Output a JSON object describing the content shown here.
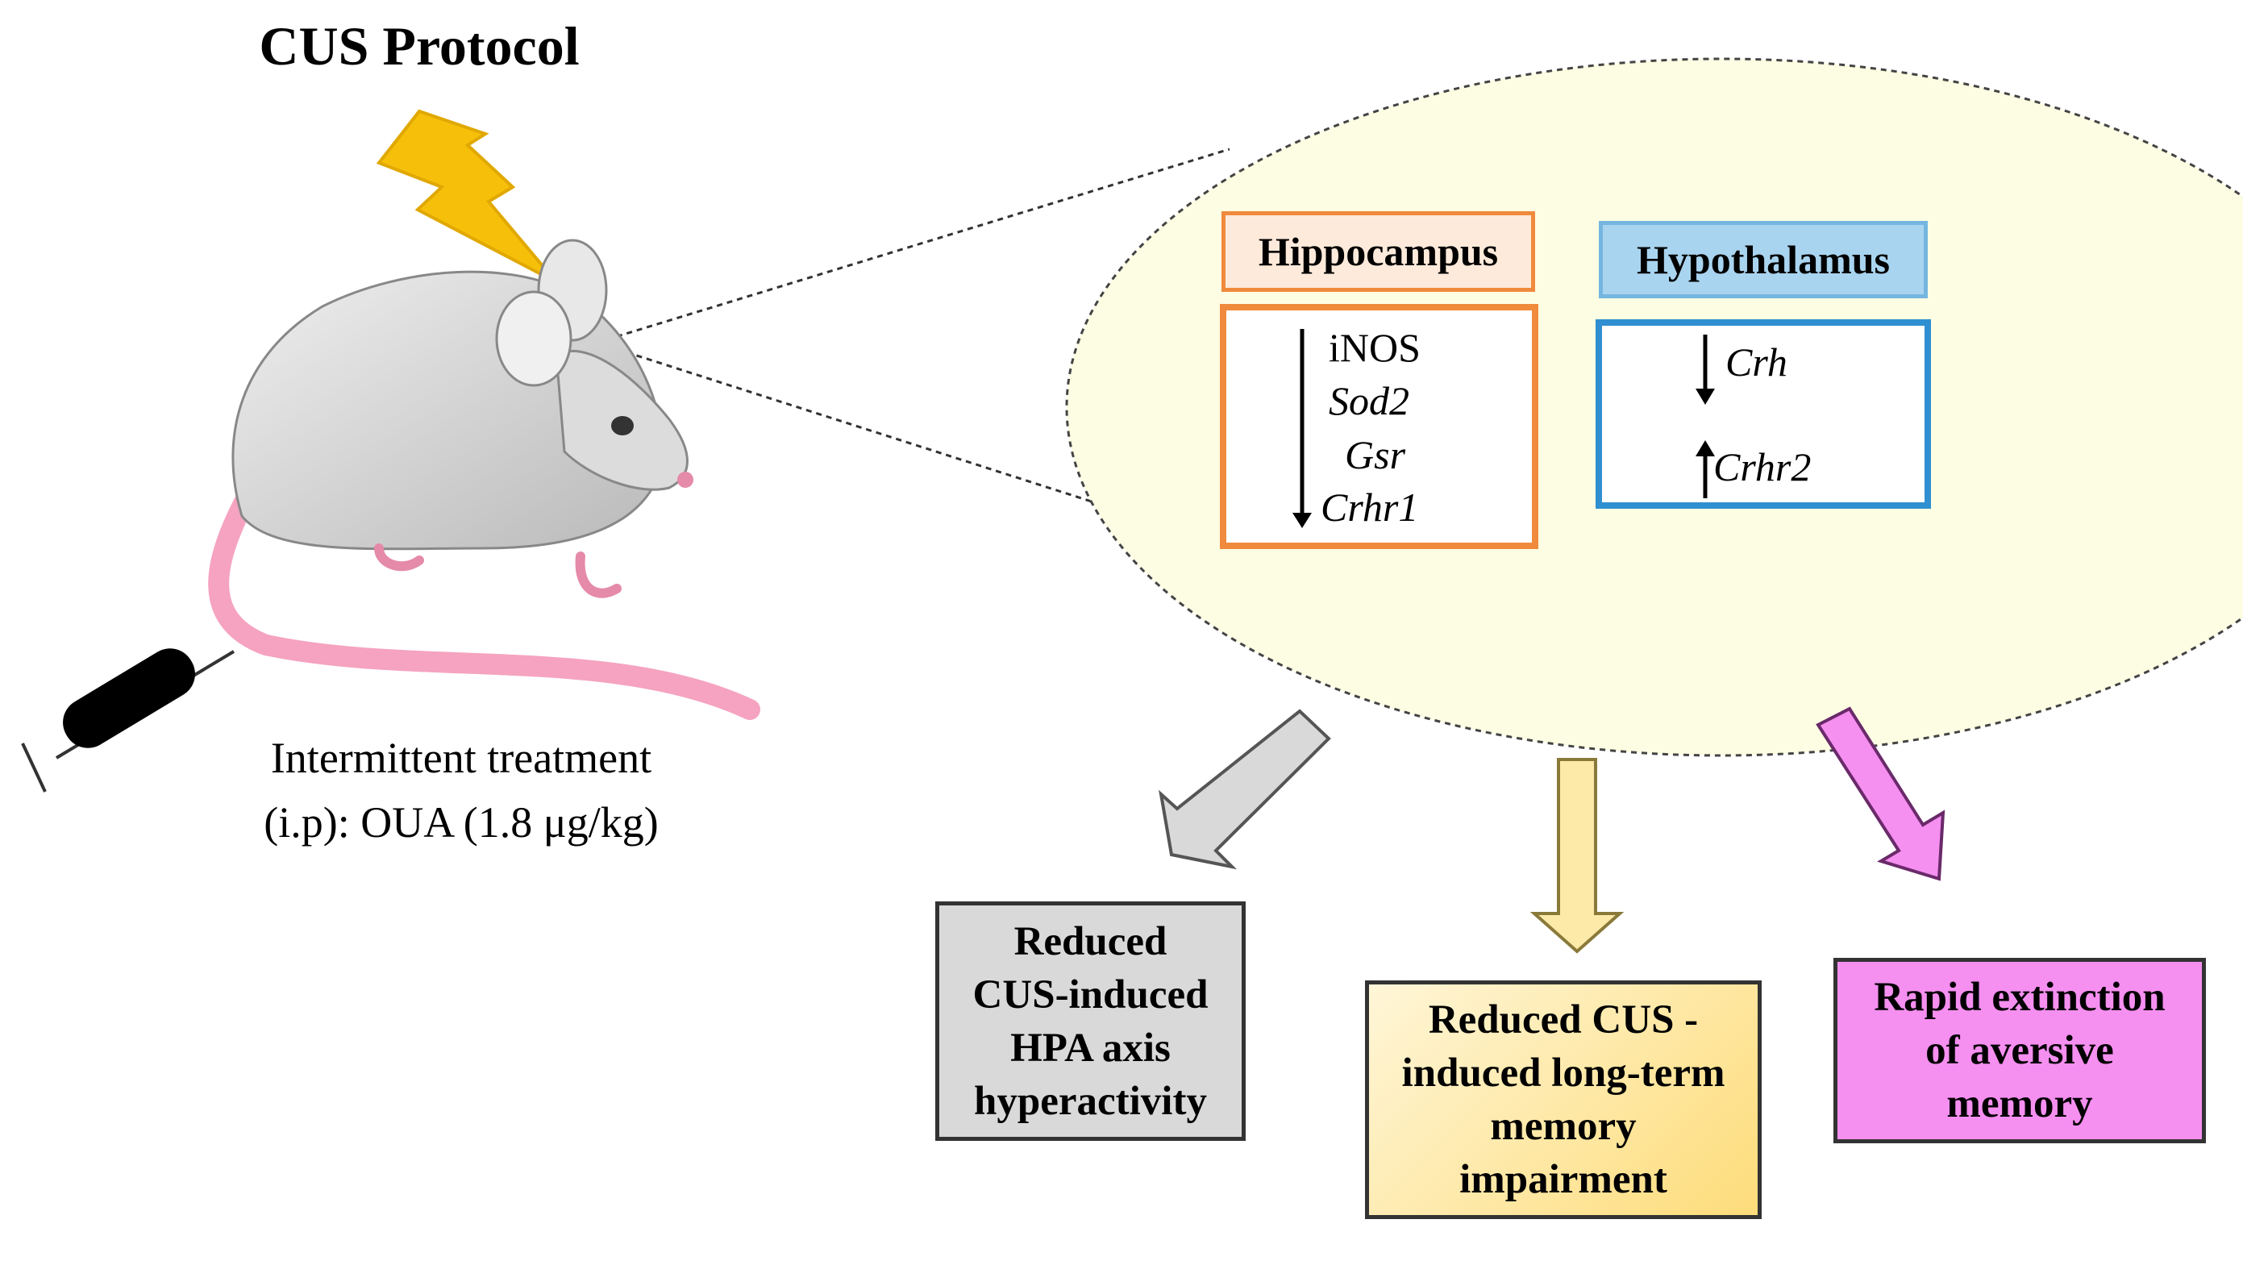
{
  "title": "CUS Protocol",
  "treatment": {
    "line1": "Intermittent  treatment",
    "line2": "(i.p): OUA (1.8 μg/kg)"
  },
  "regions": [
    {
      "label": "Hippocampus",
      "header_fill": "#fdeada",
      "border": "#f08a3c",
      "genes": [
        "iNOS",
        "Sod2",
        "Gsr",
        "Crhr1"
      ],
      "direction": "down"
    },
    {
      "label": "Hypothalamus",
      "header_fill": "#a9d4ef",
      "border": "#2f8fd0",
      "genes": [
        {
          "name": "Crh",
          "direction": "down"
        },
        {
          "name": "Crhr2",
          "direction": "up"
        }
      ]
    }
  ],
  "outcomes": [
    {
      "text": "Reduced\nCUS-induced\nHPA axis\nhyperactivity",
      "fill": "#d9d9d9",
      "arrow": "#d9d9d9"
    },
    {
      "text": "Reduced CUS -\ninduced long-term\nmemory\nimpairment",
      "fill": "#fde9a8",
      "arrow": "#fde9a8"
    },
    {
      "text": "Rapid extinction\nof aversive\nmemory",
      "fill": "#f58ff0",
      "arrow": "#f58ff0"
    }
  ],
  "colors": {
    "ellipse_fill": "#fdfde3",
    "bolt": "#f6c00a",
    "mouse_body": "#d6d6d6",
    "tail": "#f5a3c0",
    "syringe": "#000000"
  },
  "icons": [
    "lightning-bolt-icon",
    "mouse-icon",
    "syringe-icon"
  ]
}
